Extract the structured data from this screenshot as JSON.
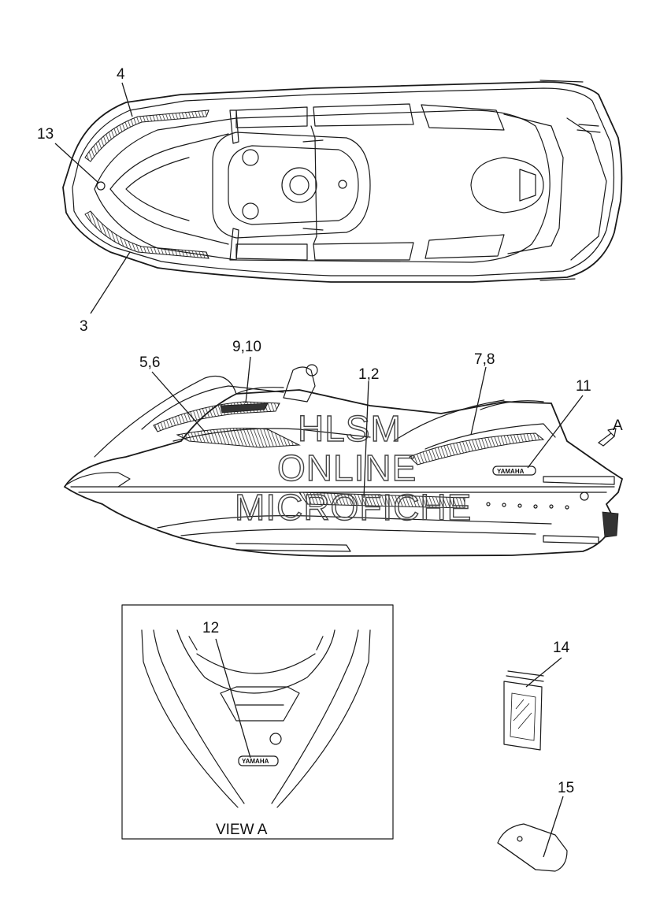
{
  "callouts": {
    "c4": "4",
    "c13": "13",
    "c3": "3",
    "c9_10": "9,10",
    "c5_6": "5,6",
    "c1_2": "1,2",
    "c7_8": "7,8",
    "c11": "11",
    "cA": "A",
    "c12": "12",
    "c14": "14",
    "c15": "15"
  },
  "view_label": "VIEW A",
  "badge_brand": "YAMAHA",
  "watermark": {
    "line1": "HLSM",
    "line2": "ONLINE",
    "line3": "MICROFICHE"
  }
}
